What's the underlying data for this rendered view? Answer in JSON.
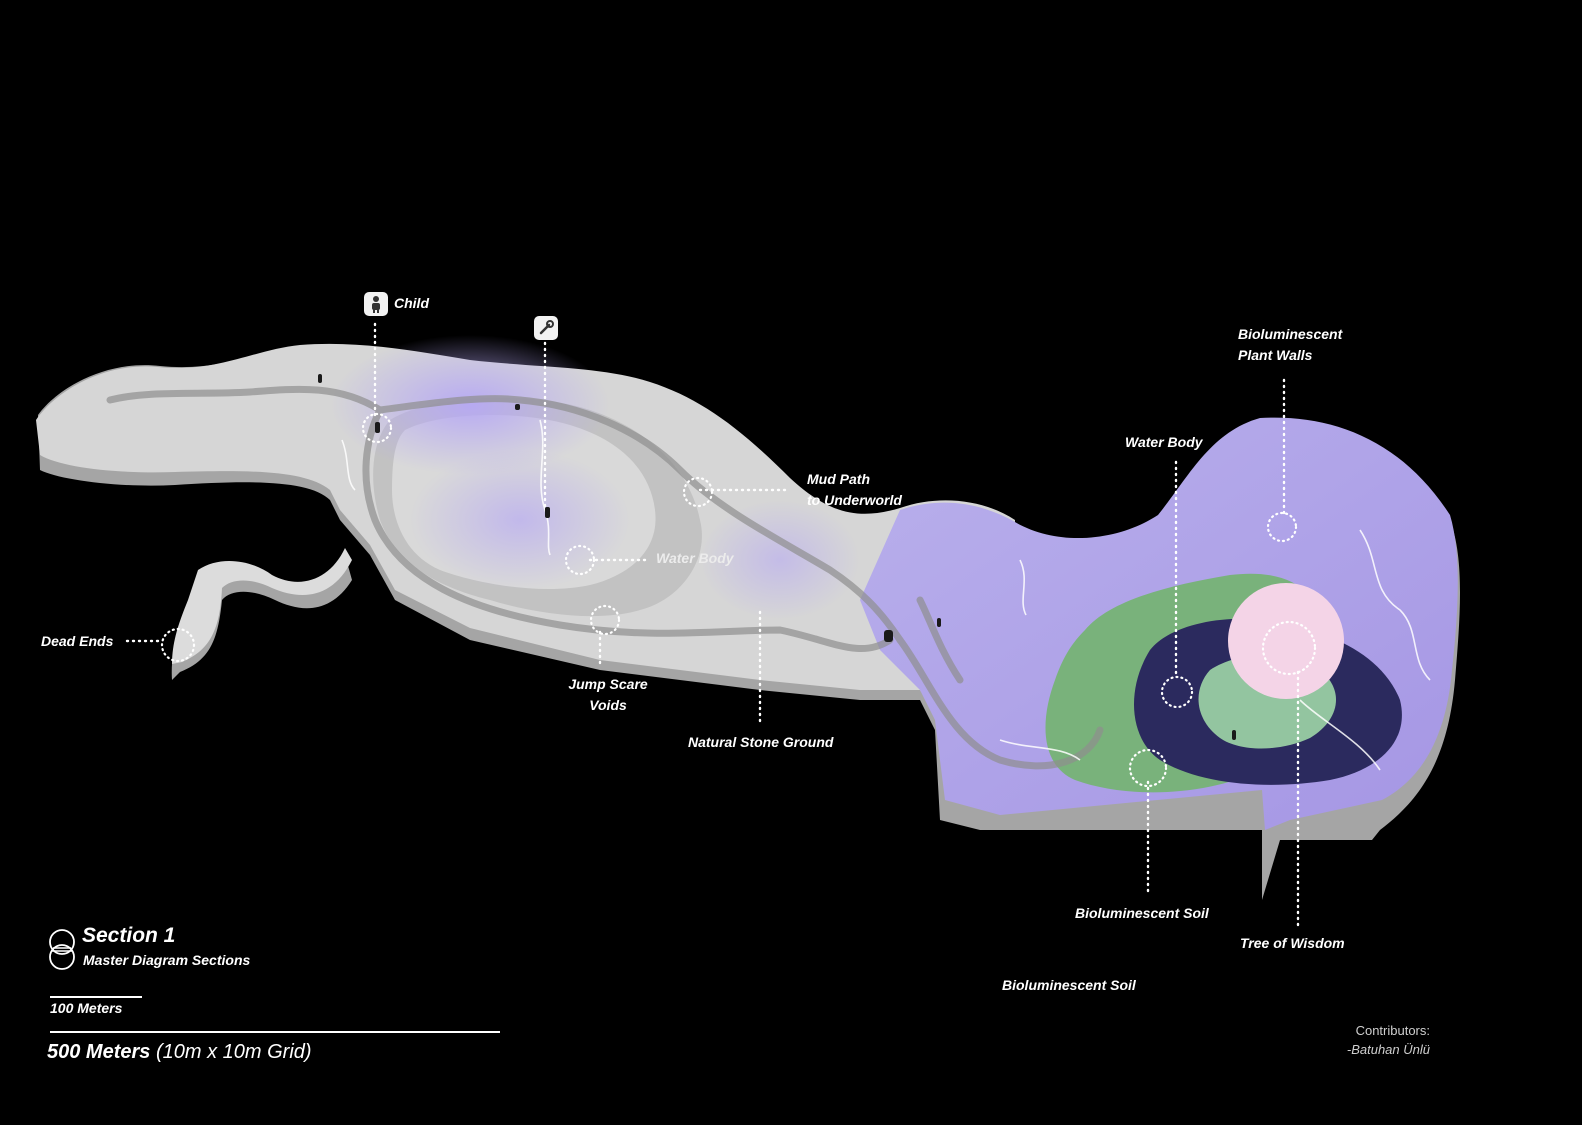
{
  "labels": {
    "child": "Child",
    "bio_plant_walls_1": "Bioluminescent",
    "bio_plant_walls_2": "Plant Walls",
    "water_body_right": "Water Body",
    "mud_path_1": "Mud Path",
    "mud_path_2": "to Underworld",
    "water_body_center": "Water Body",
    "dead_ends": "Dead Ends",
    "jump_scare_1": "Jump Scare",
    "jump_scare_2": "Voids",
    "natural_stone_ground": "Natural Stone Ground",
    "bio_soil_1": "Bioluminescent Soil",
    "tree_of_wisdom": "Tree of Wisdom",
    "bio_soil_2": "Bioluminescent Soil"
  },
  "legend": {
    "section_title": "Section 1",
    "section_subtitle": "Master Diagram Sections",
    "scale_100": "100 Meters",
    "scale_500_bold": "500 Meters",
    "scale_500_note": "(10m x 10m Grid)"
  },
  "contributors": {
    "heading": "Contributors:",
    "name": "-Batuhan Ünlü"
  },
  "icons": {
    "child": "child-figure-icon",
    "tool": "wand-icon",
    "section": "section-circles-icon"
  },
  "colors": {
    "background": "#000000",
    "stone": "#d4d4d4",
    "stone_side": "#a9a9a9",
    "glow": "#b3a7ee",
    "soil_green": "#78b07a",
    "water_dark": "#2b2a5c",
    "tree_pink": "#f3d3e6"
  }
}
